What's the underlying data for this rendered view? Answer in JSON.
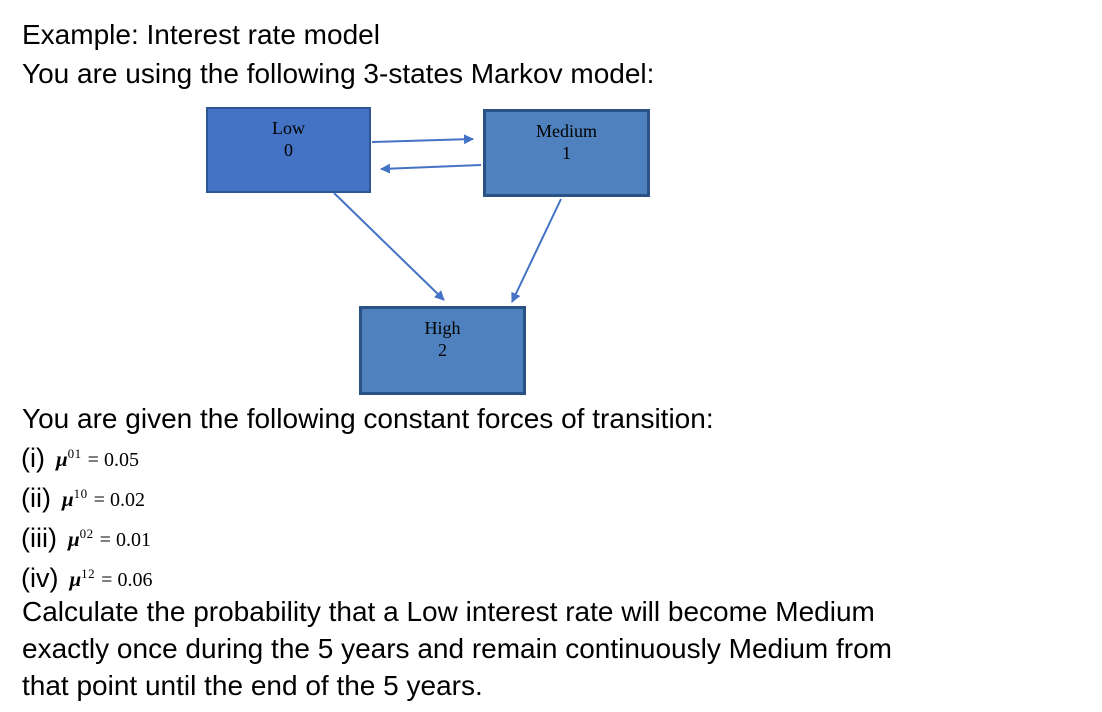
{
  "header": {
    "line1": "Example: Interest rate model",
    "line2": "You are using the following 3-states Markov model:"
  },
  "diagram": {
    "nodes": [
      {
        "id": "low",
        "name": "Low",
        "state": "0",
        "fill": "#4472C4",
        "border": "#2E5596"
      },
      {
        "id": "medium",
        "name": "Medium",
        "state": "1",
        "fill": "#4E81BD",
        "border": "#2B5284"
      },
      {
        "id": "high",
        "name": "High",
        "state": "2",
        "fill": "#4E81BD",
        "border": "#2B5284"
      }
    ],
    "edges": [
      {
        "from": "Low",
        "to": "Medium"
      },
      {
        "from": "Medium",
        "to": "Low"
      },
      {
        "from": "Low",
        "to": "High"
      },
      {
        "from": "Medium",
        "to": "High"
      }
    ],
    "arrow_color": "#4472C4"
  },
  "transitions": {
    "intro": "You are given the following constant forces of transition:",
    "items": [
      {
        "label": "(i)",
        "base": "μ",
        "sup": "01",
        "rhs": "= 0.05"
      },
      {
        "label": "(ii)",
        "base": "μ",
        "sup": "10",
        "rhs": "= 0.02"
      },
      {
        "label": "(iii)",
        "base": "μ",
        "sup": "02",
        "rhs": "= 0.01"
      },
      {
        "label": "(iv)",
        "base": "μ",
        "sup": "12",
        "rhs": "= 0.06"
      }
    ]
  },
  "question": {
    "lines": [
      "Calculate the probability that a Low interest rate will become Medium",
      "exactly once during the 5 years and remain continuously Medium from",
      "that point until the end of the 5 years."
    ]
  }
}
